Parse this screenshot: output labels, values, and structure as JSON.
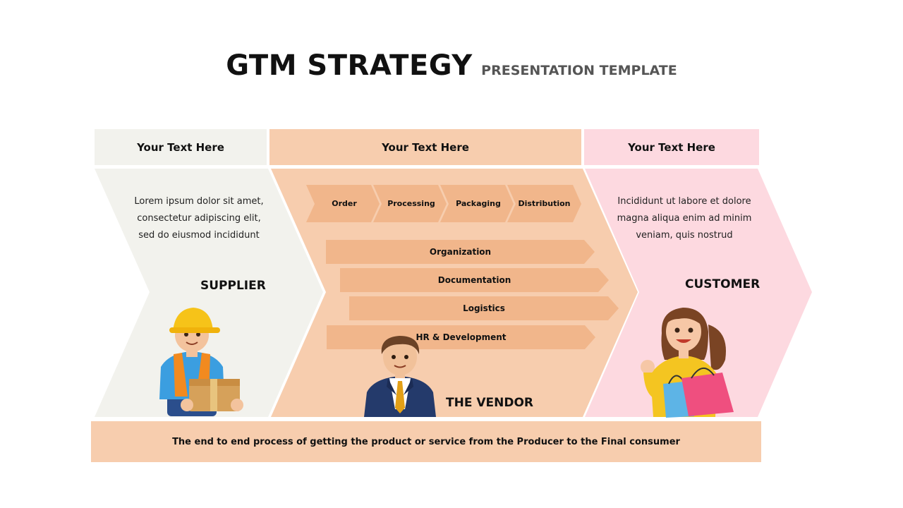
{
  "title": {
    "main": "GTM STRATEGY",
    "sub": "PRESENTATION TEMPLATE"
  },
  "headers": [
    "Your Text Here",
    "Your Text Here",
    "Your Text Here"
  ],
  "supplier": {
    "label": "SUPPLIER",
    "text": [
      "Lorem ipsum dolor sit amet,",
      "consectetur adipiscing elit,",
      "sed do eiusmod incididunt"
    ]
  },
  "vendor": {
    "label": "THE VENDOR",
    "steps": [
      "Order",
      "Processing",
      "Packaging",
      "Distribution"
    ],
    "functions": [
      "Organization",
      "Documentation",
      "Logistics",
      "HR & Development"
    ]
  },
  "customer": {
    "label": "CUSTOMER",
    "text": [
      "Incididunt ut labore et dolore",
      "magna aliqua enim ad minim",
      "veniam, quis nostrud"
    ]
  },
  "footer": "The end to end process of getting the product or service from the Producer to the Final consumer",
  "colors": {
    "supplier_bg": "#f2f2ed",
    "vendor_bg": "#f7cdae",
    "vendor_arrow": "#f1b68b",
    "customer_bg": "#fdd9e0"
  }
}
